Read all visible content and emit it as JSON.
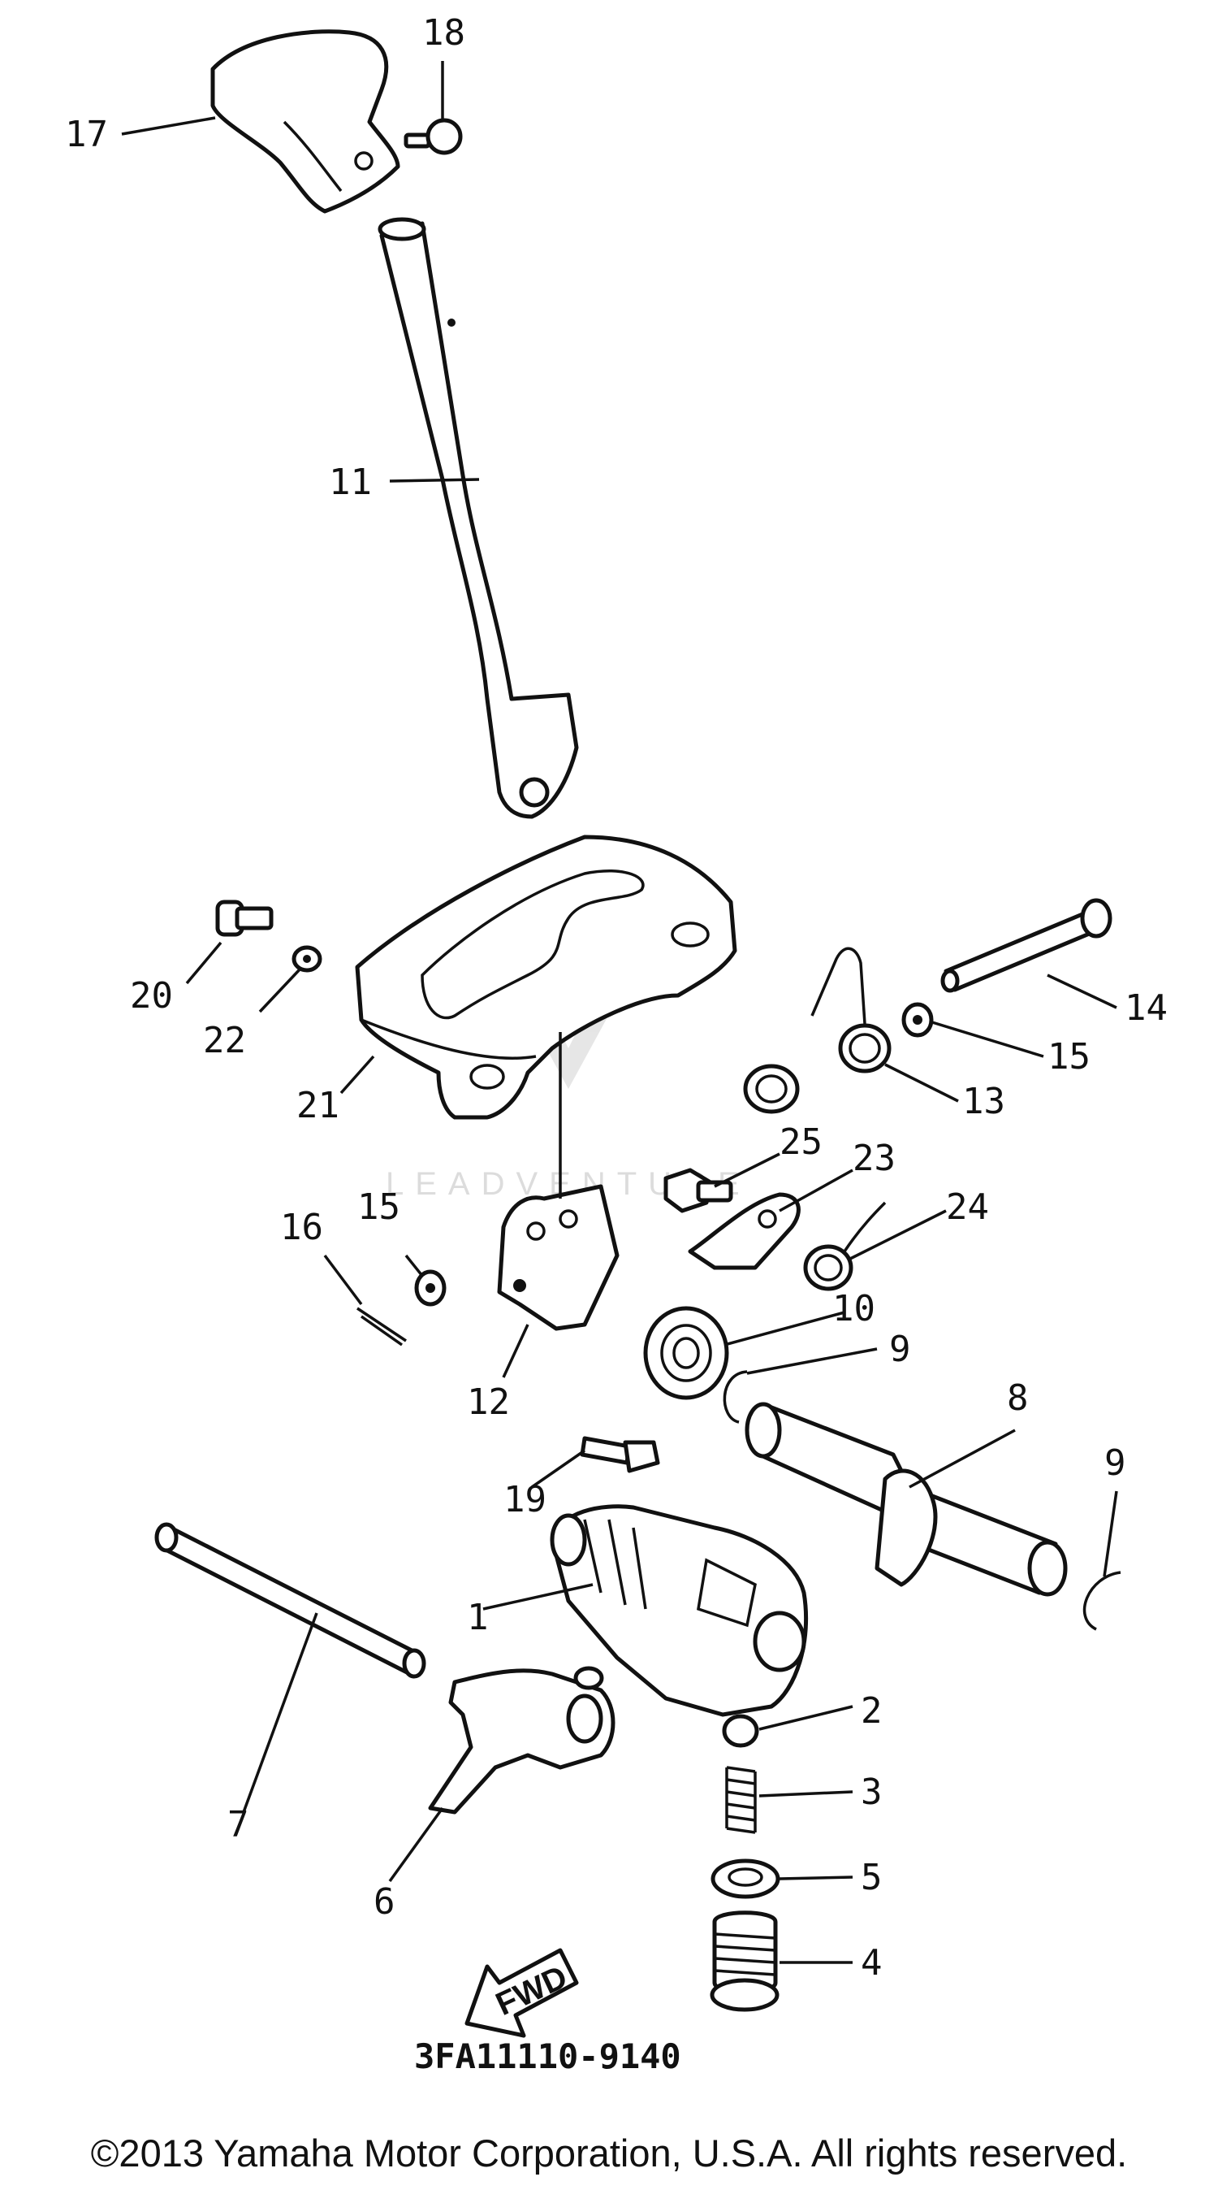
{
  "parts": [
    {
      "id": "callout-17",
      "text": "17"
    },
    {
      "id": "callout-18",
      "text": "18"
    },
    {
      "id": "callout-11",
      "text": "11"
    },
    {
      "id": "callout-20",
      "text": "20"
    },
    {
      "id": "callout-22",
      "text": "22"
    },
    {
      "id": "callout-21",
      "text": "21"
    },
    {
      "id": "callout-14",
      "text": "14"
    },
    {
      "id": "callout-15a",
      "text": "15"
    },
    {
      "id": "callout-13",
      "text": "13"
    },
    {
      "id": "callout-25",
      "text": "25"
    },
    {
      "id": "callout-23",
      "text": "23"
    },
    {
      "id": "callout-24",
      "text": "24"
    },
    {
      "id": "callout-15b",
      "text": "15"
    },
    {
      "id": "callout-16",
      "text": "16"
    },
    {
      "id": "callout-10",
      "text": "10"
    },
    {
      "id": "callout-9a",
      "text": "9"
    },
    {
      "id": "callout-12",
      "text": "12"
    },
    {
      "id": "callout-8",
      "text": "8"
    },
    {
      "id": "callout-19",
      "text": "19"
    },
    {
      "id": "callout-9b",
      "text": "9"
    },
    {
      "id": "callout-1",
      "text": "1"
    },
    {
      "id": "callout-2",
      "text": "2"
    },
    {
      "id": "callout-7",
      "text": "7"
    },
    {
      "id": "callout-3",
      "text": "3"
    },
    {
      "id": "callout-5",
      "text": "5"
    },
    {
      "id": "callout-6",
      "text": "6"
    },
    {
      "id": "callout-4",
      "text": "4"
    }
  ],
  "fwd_label": "FWD",
  "diagram_code": "3FA11110-9140",
  "watermark": "LEADVENTURE",
  "copyright": "©2013 Yamaha Motor Corporation, U.S.A. All rights reserved."
}
